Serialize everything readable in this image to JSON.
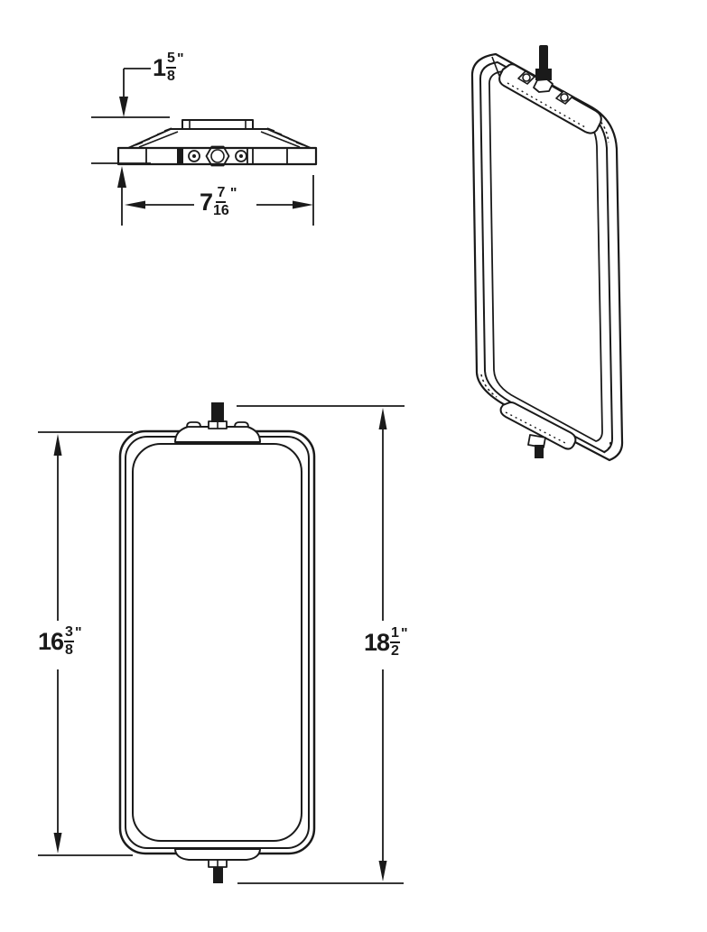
{
  "drawing": {
    "line_color": "#1a1a1a",
    "background_color": "#ffffff",
    "subject": "west-coast-truck-mirror-head"
  },
  "views": {
    "top_view": {
      "name": "top profile view of mirror head"
    },
    "front_view": {
      "name": "front view of mirror head"
    },
    "perspective_view": {
      "name": "perspective view of mirror head"
    }
  },
  "dimensions": {
    "head_depth": {
      "whole": "1",
      "numerator": "5",
      "denominator": "8",
      "unit": "\""
    },
    "head_width": {
      "whole": "7",
      "numerator": "7",
      "denominator": "16",
      "unit": "\""
    },
    "mirror_height": {
      "whole": "16",
      "numerator": "3",
      "denominator": "8",
      "unit": "\""
    },
    "overall_height": {
      "whole": "18",
      "numerator": "1",
      "denominator": "2",
      "unit": "\""
    }
  }
}
